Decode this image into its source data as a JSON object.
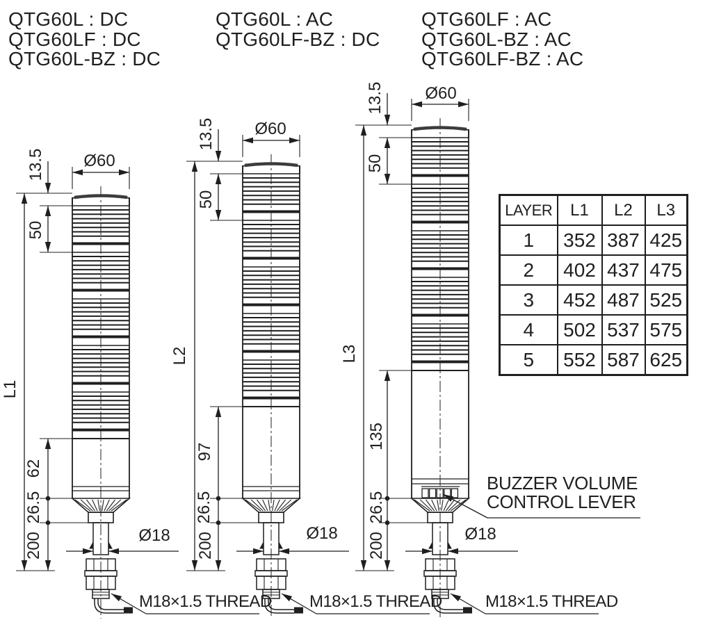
{
  "colors": {
    "ink": "#1f1f1f",
    "background": "#ffffff"
  },
  "models": {
    "col1": [
      "QTG60L : DC",
      "QTG60LF : DC",
      "QTG60L-BZ : DC"
    ],
    "col2": [
      "QTG60L : AC",
      "QTG60LF-BZ : DC"
    ],
    "col3": [
      "QTG60LF : AC",
      "QTG60L-BZ : AC",
      "QTG60LF-BZ : AC"
    ]
  },
  "table": {
    "header": [
      "LAYER",
      "L1",
      "L2",
      "L3"
    ],
    "rows": [
      [
        "1",
        "352",
        "387",
        "425"
      ],
      [
        "2",
        "402",
        "437",
        "475"
      ],
      [
        "3",
        "452",
        "487",
        "525"
      ],
      [
        "4",
        "502",
        "537",
        "575"
      ],
      [
        "5",
        "552",
        "587",
        "625"
      ]
    ]
  },
  "towers": [
    {
      "overall": "L1",
      "top_diameter": "Ø60",
      "cap": "13.5",
      "segment": "50",
      "body": "62",
      "base": "26.5",
      "mount": "200",
      "stem": "Ø18",
      "thread": "M18×1.5 THREAD"
    },
    {
      "overall": "L2",
      "top_diameter": "Ø60",
      "cap": "13.5",
      "segment": "50",
      "body": "97",
      "base": "26.5",
      "mount": "200",
      "stem": "Ø18",
      "thread": "M18×1.5 THREAD"
    },
    {
      "overall": "L3",
      "top_diameter": "Ø60",
      "cap": "13.5",
      "segment": "50",
      "body": "135",
      "base": "26.5",
      "mount": "200",
      "stem": "Ø18",
      "thread": "M18×1.5 THREAD"
    }
  ],
  "annotations": {
    "buzzer_line1": "BUZZER VOLUME",
    "buzzer_line2": "CONTROL LEVER"
  }
}
